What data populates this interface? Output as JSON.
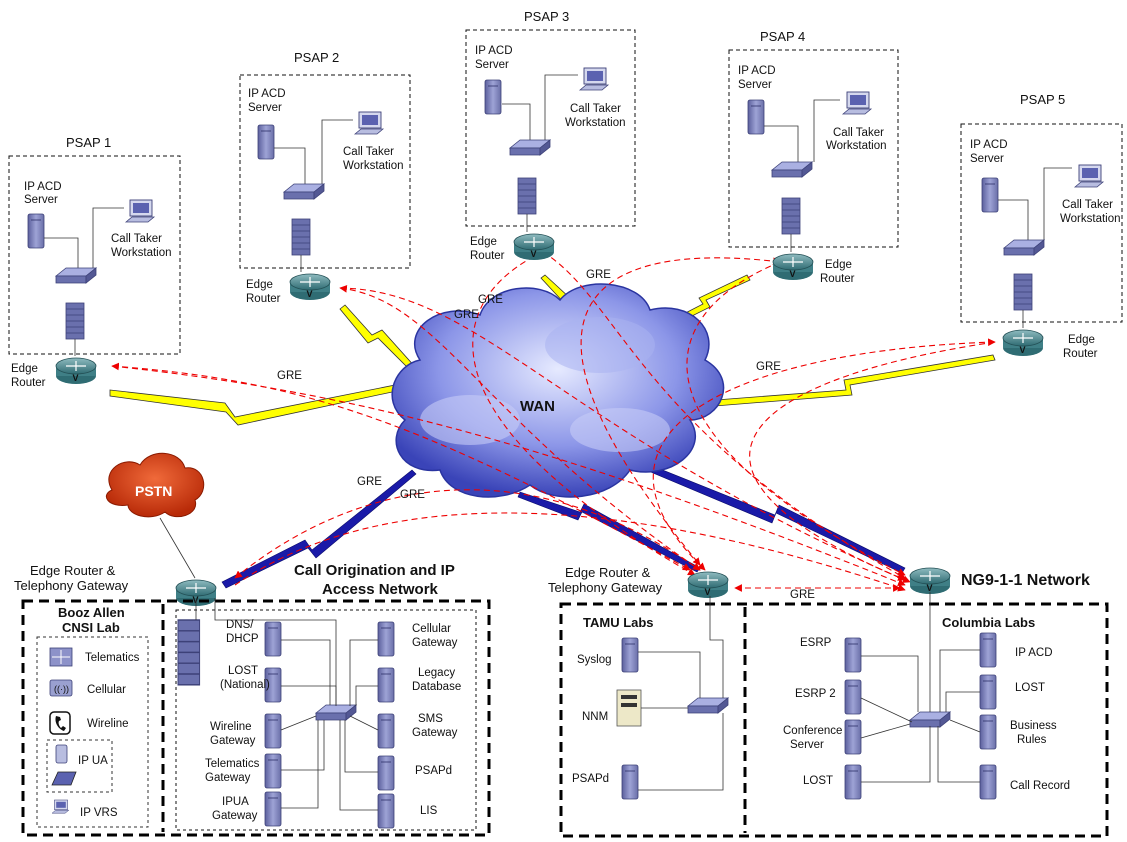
{
  "psaps": [
    {
      "title": "PSAP 1",
      "server": [
        "IP ACD",
        "Server"
      ],
      "workstation": [
        "Call Taker",
        "Workstation"
      ],
      "router": [
        "Edge",
        "Router"
      ]
    },
    {
      "title": "PSAP 2",
      "server": [
        "IP ACD",
        "Server"
      ],
      "workstation": [
        "Call Taker",
        "Workstation"
      ],
      "router": [
        "Edge",
        "Router"
      ]
    },
    {
      "title": "PSAP 3",
      "server": [
        "IP ACD",
        "Server"
      ],
      "workstation": [
        "Call Taker",
        "Workstation"
      ],
      "router": [
        "Edge",
        "Router"
      ]
    },
    {
      "title": "PSAP 4",
      "server": [
        "IP ACD",
        "Server"
      ],
      "workstation": [
        "Call Taker",
        "Workstation"
      ],
      "router": [
        "Edge",
        "Router"
      ]
    },
    {
      "title": "PSAP 5",
      "server": [
        "IP ACD",
        "Server"
      ],
      "workstation": [
        "Call Taker",
        "Workstation"
      ],
      "router": [
        "Edge",
        "Router"
      ]
    }
  ],
  "wan": "WAN",
  "pstn": "PSTN",
  "gre": "GRE",
  "left_gateway": [
    "Edge Router &",
    "Telephony Gateway"
  ],
  "mid_gateway": [
    "Edge Router &",
    "Telephony Gateway"
  ],
  "call_origination": [
    "Call Origination and IP",
    "Access Network"
  ],
  "ng911": "NG9-1-1 Network",
  "booz": {
    "title": [
      "Booz Allen",
      "CNSI Lab"
    ],
    "items": [
      "Telematics",
      "Cellular",
      "Wireline",
      "IP UA",
      "IP VRS"
    ]
  },
  "call_net": {
    "left": [
      [
        "DNS/",
        "DHCP"
      ],
      [
        "LOST",
        "(National)"
      ],
      [
        "Wireline",
        "Gateway"
      ],
      [
        "Telematics",
        "Gateway"
      ],
      [
        "IPUA",
        "Gateway"
      ]
    ],
    "right": [
      [
        "Cellular",
        "Gateway"
      ],
      [
        "Legacy",
        "Database"
      ],
      [
        "SMS",
        "Gateway"
      ],
      [
        "PSAPd"
      ],
      [
        "LIS"
      ]
    ]
  },
  "tamu": {
    "title": "TAMU Labs",
    "items": [
      "Syslog",
      "NNM",
      "PSAPd"
    ]
  },
  "columbia": {
    "title": "Columbia Labs",
    "left": [
      [
        "ESRP"
      ],
      [
        "ESRP 2"
      ],
      [
        "Conference",
        "Server"
      ],
      [
        "LOST"
      ]
    ],
    "right": [
      [
        "IP ACD"
      ],
      [
        "LOST"
      ],
      [
        "Business",
        "Rules"
      ],
      [
        "Call Record"
      ]
    ]
  }
}
